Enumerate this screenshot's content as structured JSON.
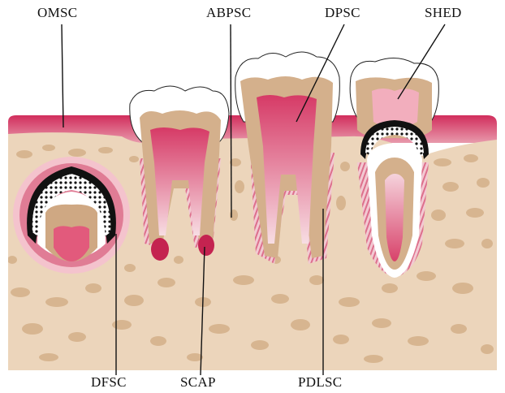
{
  "labels": {
    "omsc": "OMSC",
    "abpsc": "ABPSC",
    "dpsc": "DPSC",
    "shed": "SHED",
    "dfsc": "DFSC",
    "scap": "SCAP",
    "pdlsc": "PDLSC"
  },
  "colors": {
    "bone": "#ebd3b8",
    "trabecula": "#d6b48f",
    "gum": "#d8426a",
    "enamel": "#ffffff",
    "dentin": "#d4b08c",
    "pulp": "#e8829a",
    "apical_papilla": "#c82650",
    "follicle": "#1a1a1a"
  }
}
